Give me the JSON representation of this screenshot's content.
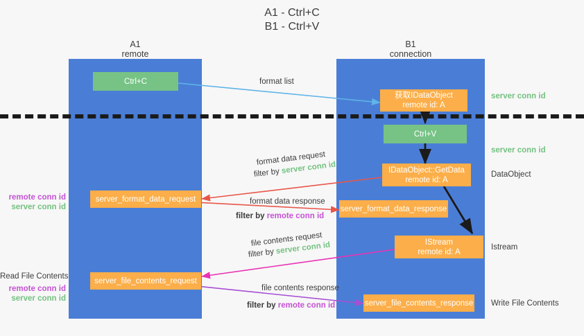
{
  "title": "A1 - Ctrl+C\nB1 - Ctrl+V",
  "columns": {
    "left": {
      "name": "A1",
      "subtitle": "remote",
      "label": "A1\nremote"
    },
    "right": {
      "name": "B1",
      "subtitle": "connection",
      "label": "B1\nconnection"
    }
  },
  "boxes": {
    "ctrl_c": {
      "line1": "Ctrl+C",
      "line2": "",
      "color": "#77c386"
    },
    "data_object_create": {
      "line1": "获取IDataObject",
      "line2": "remote id: A",
      "color": "#fbae49"
    },
    "ctrl_v": {
      "line1": "Ctrl+V",
      "line2": "",
      "color": "#77c386"
    },
    "get_data": {
      "line1": "IDataObject::GetData",
      "line2": "remote id: A",
      "color": "#fbae49"
    },
    "format_data_request": {
      "line1": "server_format_data_request",
      "line2": "",
      "color": "#fbae49"
    },
    "format_data_response": {
      "line1": "server_format_data_response",
      "line2": "",
      "color": "#fbae49"
    },
    "istream": {
      "line1": "IStream",
      "line2": "remote id: A",
      "color": "#fbae49"
    },
    "file_contents_request": {
      "line1": "server_file_contents_request",
      "line2": "",
      "color": "#fbae49"
    },
    "file_contents_response": {
      "line1": "server_file_contents_response",
      "line2": "",
      "color": "#fbae49"
    }
  },
  "arrow_labels": {
    "format_list": "format list",
    "format_data_request": "format data request",
    "format_data_request_filter_prefix": "filter by ",
    "format_data_request_filter_key": "server conn id",
    "format_data_response": "format data response",
    "format_data_response_filter_prefix": "filter by ",
    "format_data_response_filter_key": "remote conn id",
    "file_contents_request": "file contents request",
    "file_contents_request_filter_prefix": "filter by ",
    "file_contents_request_filter_key": "server conn id",
    "file_contents_response": "file contents response",
    "file_contents_response_filter_prefix": "filter by ",
    "file_contents_response_filter_key": "remote conn id"
  },
  "right_annotations": {
    "server_conn_id_top": "server conn id",
    "server_conn_id_second": "server conn id",
    "data_object": "DataObject",
    "istream": "Istream",
    "write_file_contents": "Write File Contents"
  },
  "left_annotations": {
    "remote_conn_id_upper": "remote conn id",
    "server_conn_id_upper": "server conn id",
    "read_file_contents": "Read File Contents",
    "remote_conn_id_lower": "remote conn id",
    "server_conn_id_lower": "server conn id"
  },
  "colors": {
    "column": "#4a7ed6",
    "orange_box": "#fbae49",
    "green_box": "#77c386",
    "green_text": "#74c181",
    "purple_text": "#c552d4",
    "red_arrow": "#e8564a",
    "blue_arrow": "#5fb4e8",
    "magenta_arrow": "#e832b4",
    "purple_arrow": "#a74fd3",
    "black_arrow": "#1b1b1b",
    "divider": "#1b1b1b",
    "background": "#f7f7f7"
  }
}
